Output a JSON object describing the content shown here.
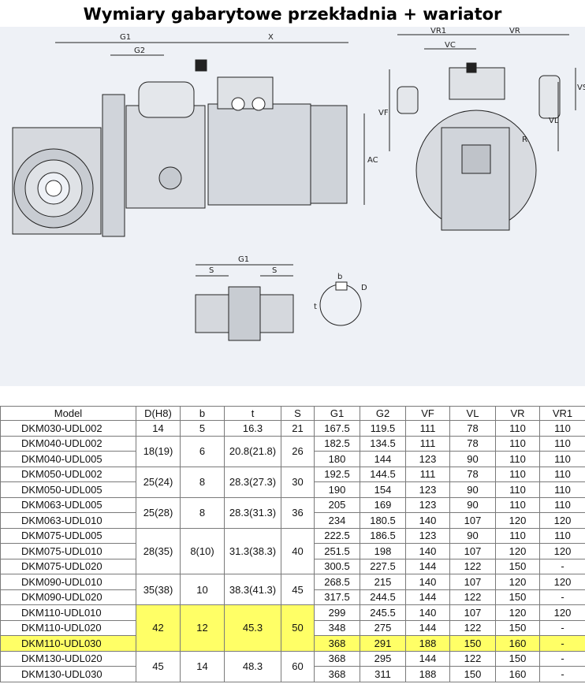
{
  "page": {
    "title": "Wymiary gabarytowe przekładnia + wariator"
  },
  "drawing": {
    "main_view": {
      "labels": [
        "G1",
        "X",
        "G2",
        "AC"
      ]
    },
    "side_view": {
      "labels": [
        "VR1",
        "VR",
        "VC",
        "VF",
        "VS",
        "VL",
        "R"
      ]
    },
    "shaft_view": {
      "labels": [
        "G1",
        "S",
        "S",
        "b",
        "D",
        "t"
      ]
    }
  },
  "table": {
    "headers": [
      "Model",
      "D(H8)",
      "b",
      "t",
      "S",
      "G1",
      "G2",
      "VF",
      "VL",
      "VR",
      "VR1"
    ],
    "models": [
      "DKM030-UDL002",
      "DKM040-UDL002",
      "DKM040-UDL005",
      "DKM050-UDL002",
      "DKM050-UDL005",
      "DKM063-UDL005",
      "DKM063-UDL010",
      "DKM075-UDL005",
      "DKM075-UDL010",
      "DKM075-UDL020",
      "DKM090-UDL010",
      "DKM090-UDL020",
      "DKM110-UDL010",
      "DKM110-UDL020",
      "DKM110-UDL030",
      "DKM130-UDL020",
      "DKM130-UDL030"
    ],
    "groups": [
      {
        "D": "14",
        "b": "5",
        "t": "16.3",
        "S": "21"
      },
      {
        "D": "18(19)",
        "b": "6",
        "t": "20.8(21.8)",
        "S": "26"
      },
      {
        "D": "25(24)",
        "b": "8",
        "t": "28.3(27.3)",
        "S": "30"
      },
      {
        "D": "25(28)",
        "b": "8",
        "t": "28.3(31.3)",
        "S": "36"
      },
      {
        "D": "28(35)",
        "b": "8(10)",
        "t": "31.3(38.3)",
        "S": "40"
      },
      {
        "D": "35(38)",
        "b": "10",
        "t": "38.3(41.3)",
        "S": "45"
      },
      {
        "D": "42",
        "b": "12",
        "t": "45.3",
        "S": "50"
      },
      {
        "D": "45",
        "b": "14",
        "t": "48.3",
        "S": "60"
      }
    ],
    "rows": [
      [
        "167.5",
        "119.5",
        "111",
        "78",
        "110",
        "110"
      ],
      [
        "182.5",
        "134.5",
        "111",
        "78",
        "110",
        "110"
      ],
      [
        "180",
        "144",
        "123",
        "90",
        "110",
        "110"
      ],
      [
        "192.5",
        "144.5",
        "111",
        "78",
        "110",
        "110"
      ],
      [
        "190",
        "154",
        "123",
        "90",
        "110",
        "110"
      ],
      [
        "205",
        "169",
        "123",
        "90",
        "110",
        "110"
      ],
      [
        "234",
        "180.5",
        "140",
        "107",
        "120",
        "120"
      ],
      [
        "222.5",
        "186.5",
        "123",
        "90",
        "110",
        "110"
      ],
      [
        "251.5",
        "198",
        "140",
        "107",
        "120",
        "120"
      ],
      [
        "300.5",
        "227.5",
        "144",
        "122",
        "150",
        "-"
      ],
      [
        "268.5",
        "215",
        "140",
        "107",
        "120",
        "120"
      ],
      [
        "317.5",
        "244.5",
        "144",
        "122",
        "150",
        "-"
      ],
      [
        "299",
        "245.5",
        "140",
        "107",
        "120",
        "120"
      ],
      [
        "348",
        "275",
        "144",
        "122",
        "150",
        "-"
      ],
      [
        "368",
        "291",
        "188",
        "150",
        "160",
        "-"
      ],
      [
        "368",
        "295",
        "144",
        "122",
        "150",
        "-"
      ],
      [
        "368",
        "311",
        "188",
        "150",
        "160",
        "-"
      ]
    ],
    "highlight_color": "#ffff66"
  }
}
